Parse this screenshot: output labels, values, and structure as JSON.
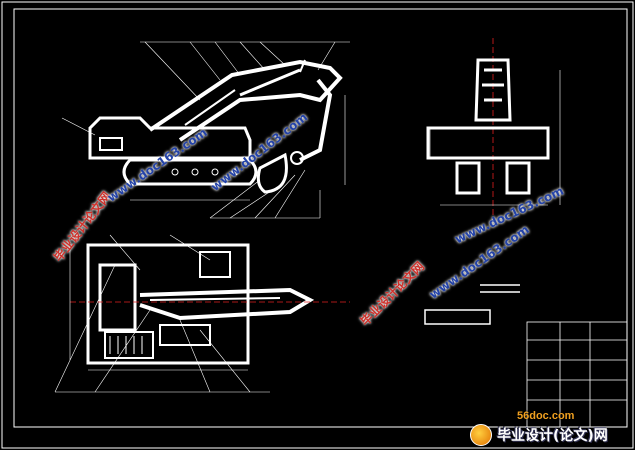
{
  "watermarks": {
    "site_cn": "毕业设计论文网",
    "site_url": "www.doc163.com"
  },
  "footer": {
    "site_domain": "56doc.com",
    "brand_text": "毕业设计(论文)网"
  },
  "colors": {
    "background": "#000000",
    "frame": "#ffffff",
    "centerline": "#e02020",
    "watermark_red": "#d0302a",
    "watermark_blue": "#2443a8",
    "footer_accent": "#f0a020"
  }
}
